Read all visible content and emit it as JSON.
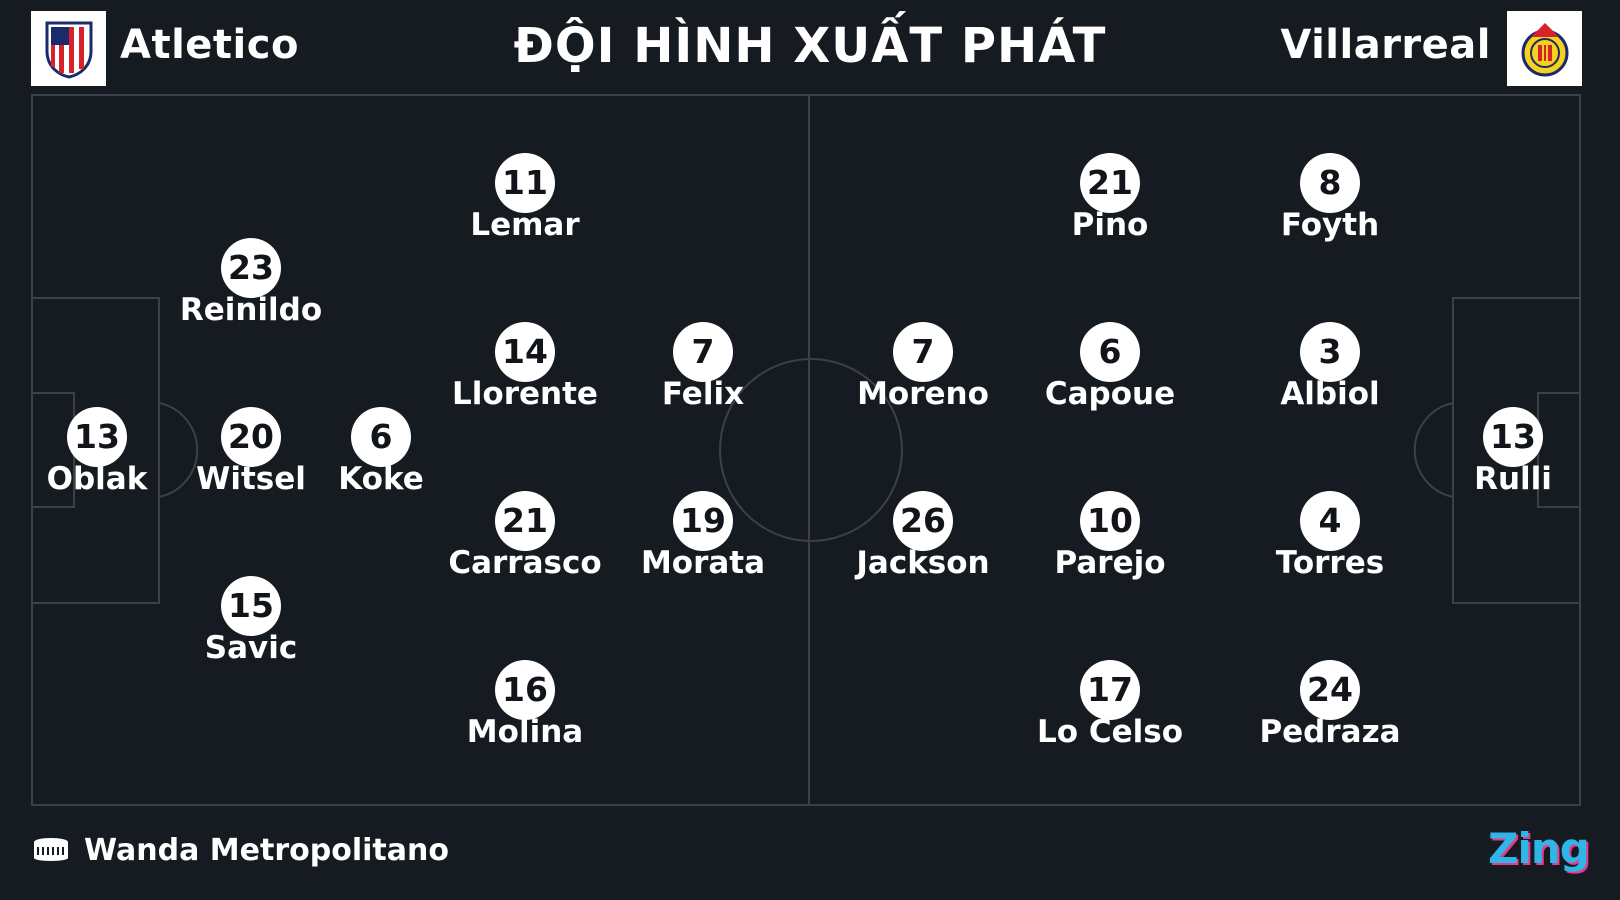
{
  "header": {
    "title": "ĐỘI HÌNH XUẤT PHÁT",
    "home_team": "Atletico",
    "away_team": "Villarreal",
    "home_logo_icon": "atletico-crest-icon",
    "away_logo_icon": "villarreal-crest-icon"
  },
  "home_players": [
    {
      "num": "13",
      "name": "Oblak"
    },
    {
      "num": "23",
      "name": "Reinildo"
    },
    {
      "num": "20",
      "name": "Witsel"
    },
    {
      "num": "15",
      "name": "Savic"
    },
    {
      "num": "6",
      "name": "Koke"
    },
    {
      "num": "11",
      "name": "Lemar"
    },
    {
      "num": "14",
      "name": "Llorente"
    },
    {
      "num": "21",
      "name": "Carrasco"
    },
    {
      "num": "16",
      "name": "Molina"
    },
    {
      "num": "7",
      "name": "Felix"
    },
    {
      "num": "19",
      "name": "Morata"
    }
  ],
  "away_players": [
    {
      "num": "7",
      "name": "Moreno"
    },
    {
      "num": "26",
      "name": "Jackson"
    },
    {
      "num": "21",
      "name": "Pino"
    },
    {
      "num": "6",
      "name": "Capoue"
    },
    {
      "num": "10",
      "name": "Parejo"
    },
    {
      "num": "17",
      "name": "Lo Celso"
    },
    {
      "num": "8",
      "name": "Foyth"
    },
    {
      "num": "3",
      "name": "Albiol"
    },
    {
      "num": "4",
      "name": "Torres"
    },
    {
      "num": "24",
      "name": "Pedraza"
    },
    {
      "num": "13",
      "name": "Rulli"
    }
  ],
  "footer": {
    "venue": "Wanda Metropolitano",
    "venue_icon": "stadium-icon",
    "brand": "Zing"
  },
  "colors": {
    "background": "#161a21",
    "pitch_lines": "#3c4048",
    "badge": "#ffffff",
    "brand_blue": "#2fb6e8",
    "brand_pink": "#e63a8a"
  }
}
